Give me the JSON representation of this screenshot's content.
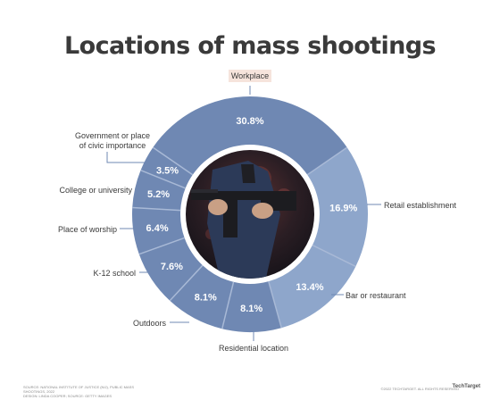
{
  "title": "Locations of mass shootings",
  "chart_data": {
    "type": "pie",
    "variant": "donut",
    "title": "Locations of mass shootings",
    "categories": [
      "Workplace",
      "Retail establishment",
      "Bar or restaurant",
      "Residential location",
      "Outdoors",
      "K-12 school",
      "Place of worship",
      "College or university",
      "Government or place of civic importance"
    ],
    "values": [
      30.8,
      16.9,
      13.4,
      8.1,
      8.1,
      7.6,
      6.4,
      5.2,
      3.5
    ],
    "value_labels": [
      "30.8%",
      "16.9%",
      "13.4%",
      "8.1%",
      "8.1%",
      "7.6%",
      "6.4%",
      "5.2%",
      "3.5%"
    ],
    "label_lines": [
      [
        "Workplace"
      ],
      [
        "Retail establishment"
      ],
      [
        "Bar or restaurant"
      ],
      [
        "Residential location"
      ],
      [
        "Outdoors"
      ],
      [
        "K-12 school"
      ],
      [
        "Place of worship"
      ],
      [
        "College or university"
      ],
      [
        "Government or place",
        "of civic importance"
      ]
    ],
    "colors": {
      "slice": "#6f88b3",
      "slice_right": "#8ea6cb",
      "divider": "#a8b9d6",
      "highlight_box": "#f6e4dc",
      "value_text": "#ffffff",
      "label_text": "#3a3a3a",
      "leader": "#6f88b3"
    }
  },
  "photo": {
    "description_icon": "rifle-photo"
  },
  "footer": {
    "source_line1": "SOURCE: NATIONAL INSTITUTE OF JUSTICE (NIJ), PUBLIC MASS SHOOTINGS, 2022",
    "source_line2": "DESIGN: LINDA COOPER; SOURCE: GETTY IMAGES",
    "copyright": "©2022 TECHTARGET. ALL RIGHTS RESERVED",
    "logo": "TechTarget"
  }
}
